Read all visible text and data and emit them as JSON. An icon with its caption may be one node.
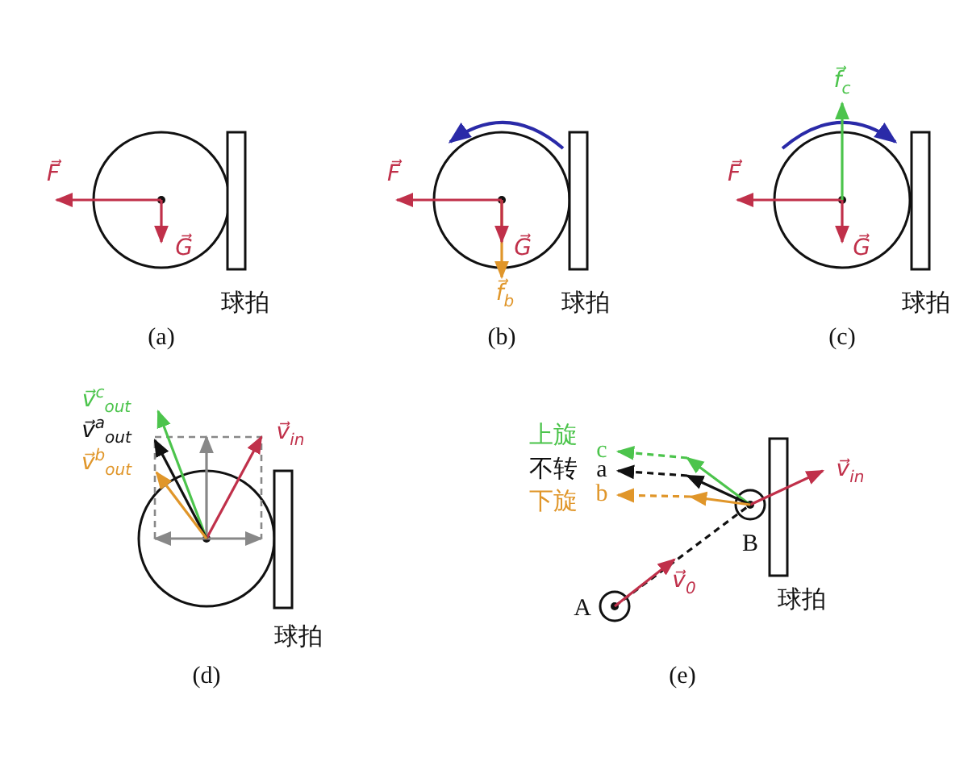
{
  "diagram": {
    "labels": [
      "F⃗",
      "G⃗",
      "球拍",
      "(a)",
      "F⃗",
      "G⃗",
      "f⃗$_{b}$",
      "球拍",
      "(b)",
      "f⃗$_{c}$",
      "F⃗",
      "G⃗",
      "球拍",
      "(c)",
      "v⃗$^{c}$$_{out}$",
      "v⃗$^{a}$$_{out}$",
      "v⃗$^{b}$$_{out}$",
      "v⃗$_{in}$",
      "球拍",
      "(d)",
      "上旋",
      "c",
      "不转",
      "a",
      "下旋",
      "b",
      "v⃗$_{in}$",
      "B",
      "v⃗$_{0}$",
      "A",
      "球拍",
      "(e)"
    ]
  }
}
